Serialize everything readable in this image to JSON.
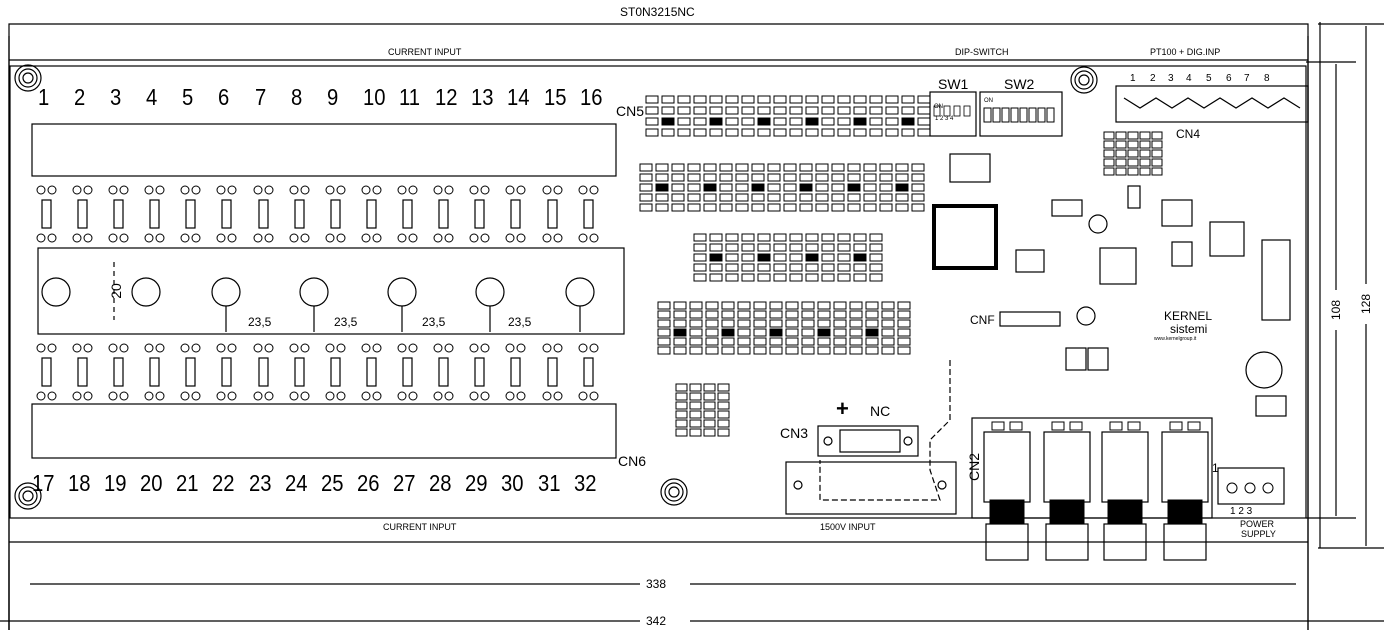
{
  "title": "ST0N3215NC",
  "labels": {
    "current_input_top": "CURRENT INPUT",
    "current_input_bottom": "CURRENT INPUT",
    "dip_switch": "DIP-SWITCH",
    "pt100": "PT100 + DIG.INP",
    "input_1500v": "1500V INPUT",
    "power_supply_1": "POWER",
    "power_supply_2": "SUPPLY",
    "sw1": "SW1",
    "sw2": "SW2",
    "on1": "ON",
    "on2": "ON",
    "sw1_pins": "1 2 3 4",
    "cn2": "CN2",
    "cn3": "CN3",
    "cn4": "CN4",
    "cn5": "CN5",
    "cn6": "CN6",
    "cnf": "CNF",
    "plus": "+",
    "nc": "NC",
    "kernel": "KERNEL",
    "sistemi": "sistemi",
    "website": "www.kernelgroup.it",
    "dim_20": "20",
    "power_pin_1": "1",
    "power_pins": "1  2  3"
  },
  "top_channels": [
    "1",
    "2",
    "3",
    "4",
    "5",
    "6",
    "7",
    "8",
    "9",
    "10",
    "11",
    "12",
    "13",
    "14",
    "15",
    "16"
  ],
  "bottom_channels": [
    "17",
    "18",
    "19",
    "20",
    "21",
    "22",
    "23",
    "24",
    "25",
    "26",
    "27",
    "28",
    "29",
    "30",
    "31",
    "32"
  ],
  "pt100_pins": [
    "1",
    "2",
    "3",
    "4",
    "5",
    "6",
    "7",
    "8"
  ],
  "spacing_labels": [
    "23,5",
    "23,5",
    "23,5",
    "23,5"
  ],
  "dimensions": {
    "inner_width": "338",
    "outer_width": "342",
    "inner_height": "108",
    "outer_height": "128"
  },
  "colors": {
    "line": "#000000",
    "background": "#ffffff",
    "fill_dark": "#000000"
  }
}
